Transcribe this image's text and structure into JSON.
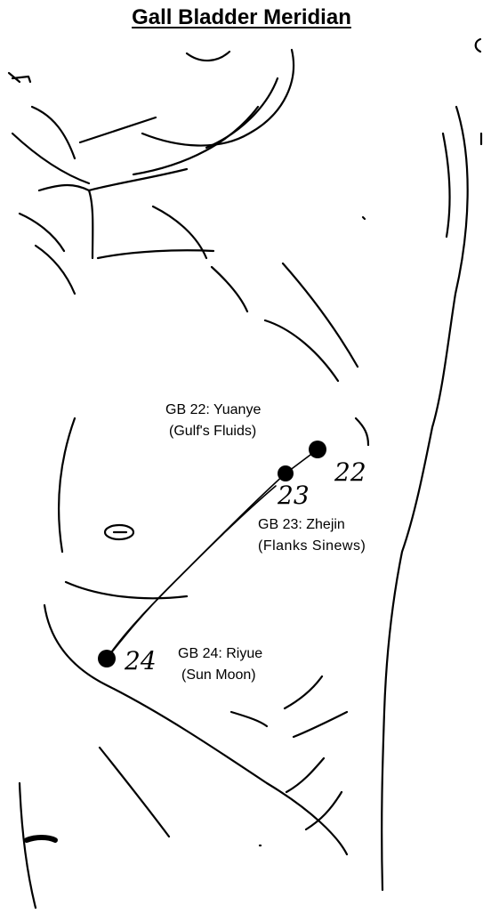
{
  "title": "Gall Bladder Meridian",
  "points": [
    {
      "number": "22",
      "code": "GB 22: Yuanye",
      "name": "(Gulf's Fluids)"
    },
    {
      "number": "23",
      "code": "GB 23: Zhejin",
      "name": "(Flanks Sinews)"
    },
    {
      "number": "24",
      "code": "GB 24: Riyue",
      "name": "(Sun Moon)"
    }
  ],
  "illustration": "torso-line-drawing-icon",
  "colors": {
    "ink": "#000000",
    "background": "#ffffff"
  }
}
